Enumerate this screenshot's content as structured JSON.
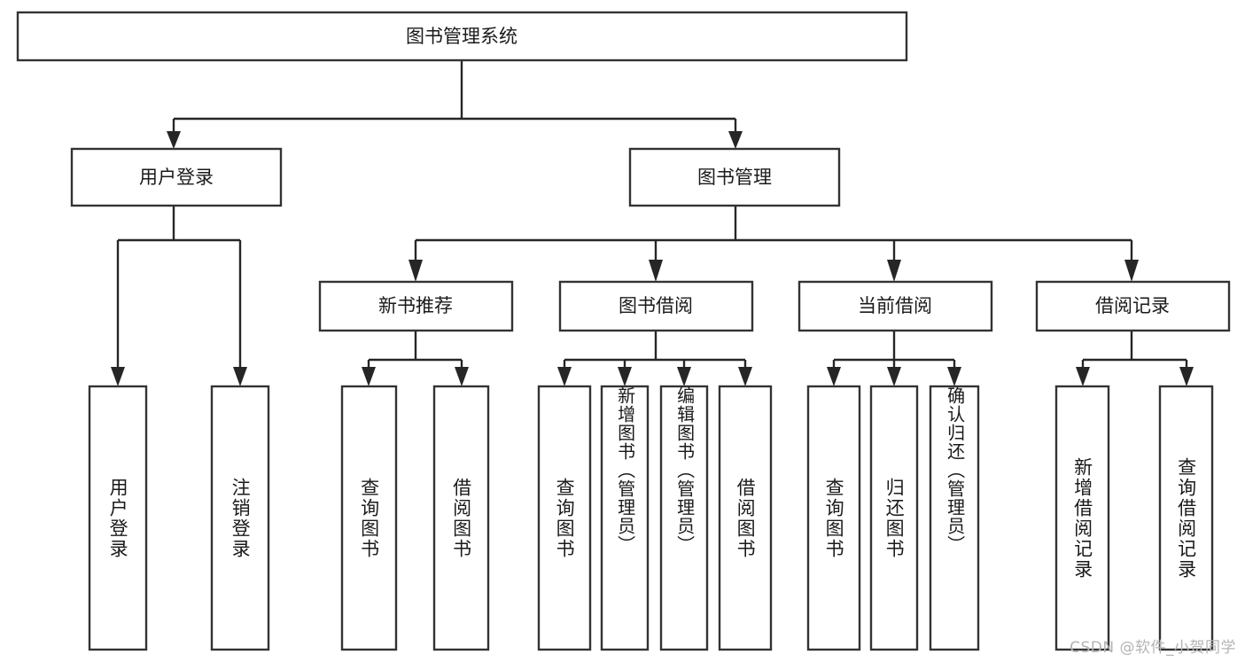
{
  "diagram": {
    "title": "图书管理系统",
    "type": "tree",
    "orientation": "top-down",
    "watermark": "CSDN @软件_小贺同学",
    "colors": {
      "box_stroke": "#333333",
      "box_fill": "#ffffff",
      "connector": "#262626",
      "text": "#1a1a1a",
      "watermark": "#b4b4b4",
      "background": "#ffffff"
    },
    "levels": {
      "level1": [
        {
          "id": "root",
          "label": "图书管理系统",
          "orientation": "horizontal"
        }
      ],
      "level2": [
        {
          "id": "user-login",
          "label": "用户登录",
          "orientation": "horizontal",
          "parent": "root"
        },
        {
          "id": "book-manage",
          "label": "图书管理",
          "orientation": "horizontal",
          "parent": "root"
        }
      ],
      "level3": [
        {
          "id": "new-book-rec",
          "label": "新书推荐",
          "orientation": "horizontal",
          "parent": "book-manage"
        },
        {
          "id": "book-borrow",
          "label": "图书借阅",
          "orientation": "horizontal",
          "parent": "book-manage"
        },
        {
          "id": "current-borrow",
          "label": "当前借阅",
          "orientation": "horizontal",
          "parent": "book-manage"
        },
        {
          "id": "borrow-record",
          "label": "借阅记录",
          "orientation": "horizontal",
          "parent": "book-manage"
        }
      ],
      "level4": [
        {
          "id": "leaf-user-login",
          "label": "用户登录",
          "orientation": "vertical",
          "parent": "user-login"
        },
        {
          "id": "leaf-logout",
          "label": "注销登录",
          "orientation": "vertical",
          "parent": "user-login"
        },
        {
          "id": "leaf-query-book-1",
          "label": "查询图书",
          "orientation": "vertical",
          "parent": "new-book-rec"
        },
        {
          "id": "leaf-borrow-book-1",
          "label": "借阅图书",
          "orientation": "vertical",
          "parent": "new-book-rec"
        },
        {
          "id": "leaf-query-book-2",
          "label": "查询图书",
          "orientation": "vertical",
          "parent": "book-borrow"
        },
        {
          "id": "leaf-add-book",
          "label": "新增图书（管理员）",
          "orientation": "vertical",
          "parent": "book-borrow"
        },
        {
          "id": "leaf-edit-book",
          "label": "编辑图书（管理员）",
          "orientation": "vertical",
          "parent": "book-borrow"
        },
        {
          "id": "leaf-borrow-book-2",
          "label": "借阅图书",
          "orientation": "vertical",
          "parent": "book-borrow"
        },
        {
          "id": "leaf-query-book-3",
          "label": "查询图书",
          "orientation": "vertical",
          "parent": "current-borrow"
        },
        {
          "id": "leaf-return-book",
          "label": "归还图书",
          "orientation": "vertical",
          "parent": "current-borrow"
        },
        {
          "id": "leaf-confirm-return",
          "label": "确认归还（管理员）",
          "orientation": "vertical",
          "parent": "current-borrow"
        },
        {
          "id": "leaf-add-record",
          "label": "新增借阅记录",
          "orientation": "vertical",
          "parent": "borrow-record"
        },
        {
          "id": "leaf-query-record",
          "label": "查询借阅记录",
          "orientation": "vertical",
          "parent": "borrow-record"
        }
      ]
    }
  }
}
